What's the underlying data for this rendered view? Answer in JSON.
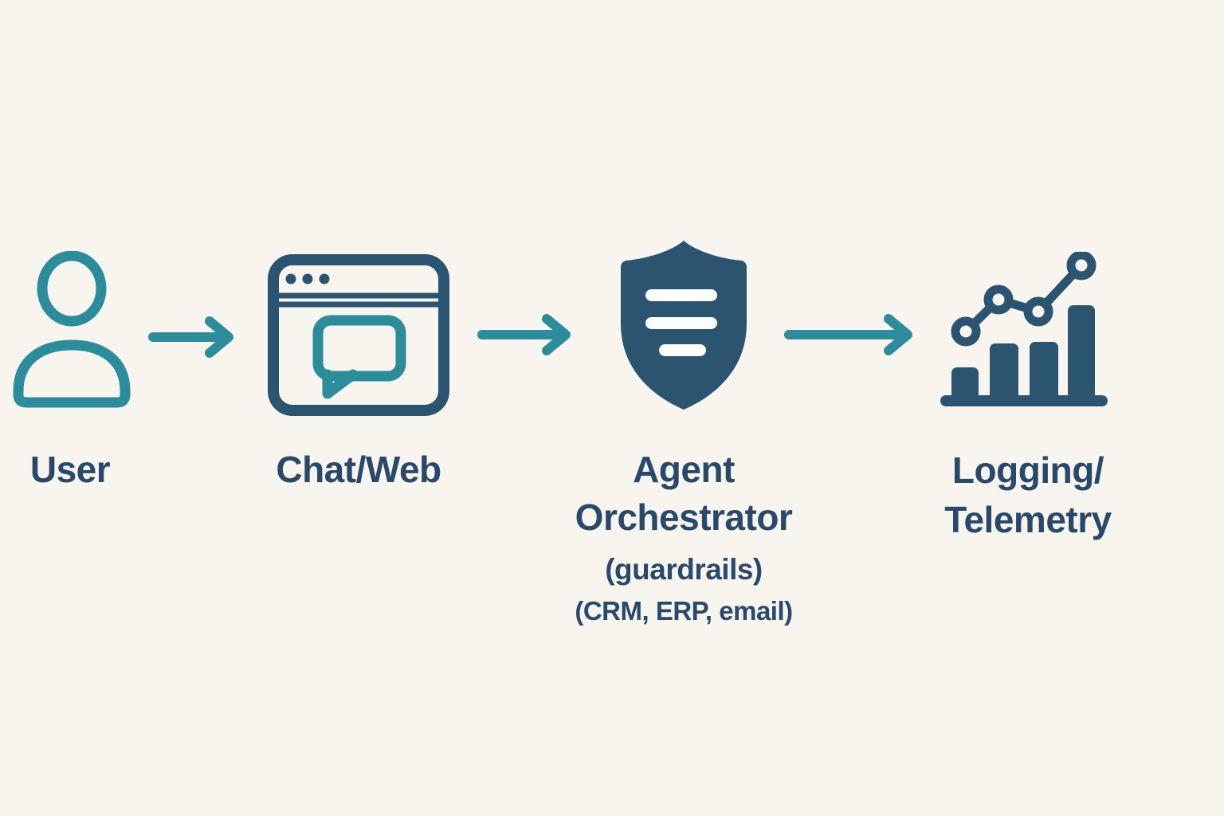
{
  "diagram_type": "flow-diagram",
  "colors": {
    "background": "#f8f5ef",
    "teal": "#2b8c9c",
    "navy": "#2b5471",
    "text": "#29496b",
    "line": "#fdfdfb"
  },
  "icons": {
    "user": "person-icon",
    "chat_web": "browser-chat-bubble-icon",
    "agent_orchestrator": "shield-icon",
    "logging_telemetry": "bar-chart-trend-icon"
  },
  "nodes": {
    "user": {
      "label": "User"
    },
    "chat_web": {
      "label": "Chat/Web"
    },
    "agent_orchestrator": {
      "label_lines": [
        "Agent",
        "Orchestrator"
      ],
      "sublabels": [
        "(guardrails)",
        "(CRM, ERP, email)"
      ]
    },
    "logging_telemetry": {
      "label_lines": [
        "Logging/",
        "Telemetry"
      ]
    }
  },
  "connections": [
    {
      "from": "User",
      "to": "Chat/Web"
    },
    {
      "from": "Chat/Web",
      "to": "Agent Orchestrator"
    },
    {
      "from": "Agent Orchestrator",
      "to": "Logging/Telemetry"
    }
  ]
}
